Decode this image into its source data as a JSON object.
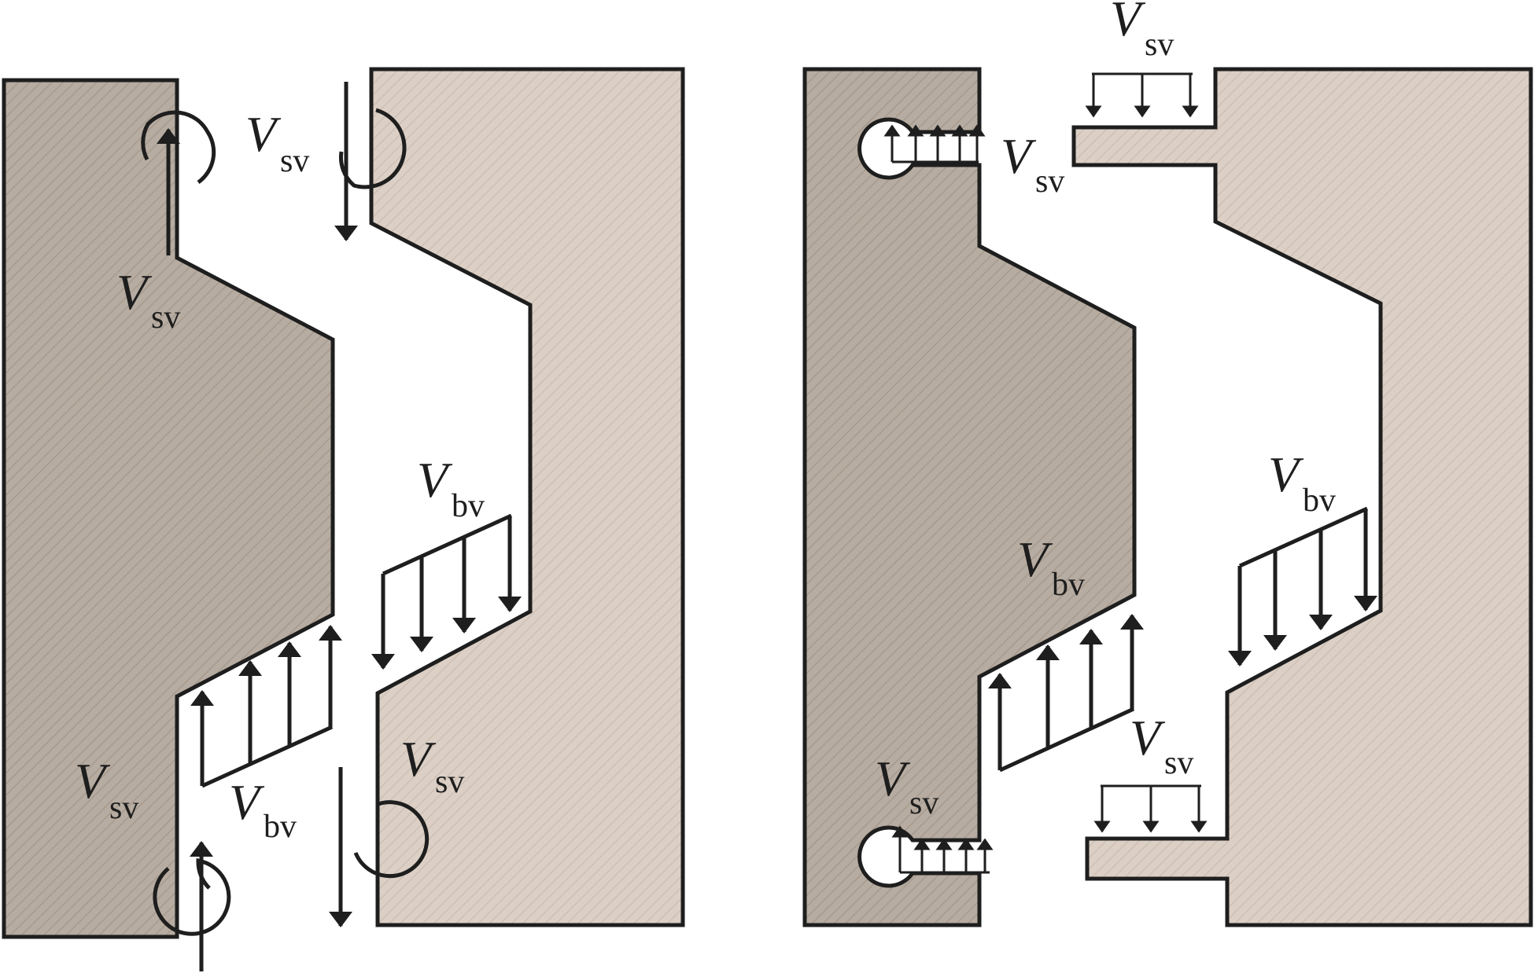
{
  "colors": {
    "rotor_fill": "#b7aca1",
    "stator_fill": "#dcd0c6",
    "outline": "#1e1e1e",
    "background": "#ffffff"
  },
  "labels": {
    "symbol": "V",
    "sub_sv": "sv",
    "sub_bv": "bv"
  }
}
